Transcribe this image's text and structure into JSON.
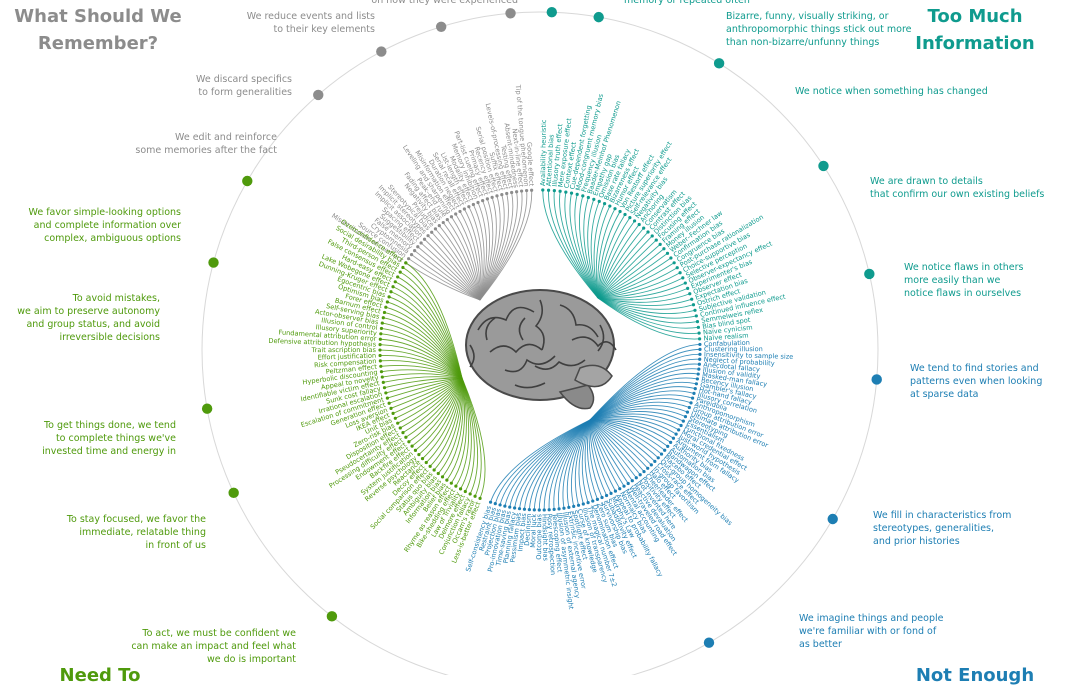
{
  "corners": {
    "top_left": "What Should We\nRemember?",
    "top_right": "Too Much\nInformation",
    "bottom_left": "Need To",
    "bottom_right": "Not Enough"
  },
  "colors": {
    "remember": "#8c8c8c",
    "too_much": "#0f9b8e",
    "not_enough": "#1d7eb3",
    "need_to": "#4f9a0c"
  },
  "brain_icon": "brain-icon",
  "quadrants": [
    {
      "id": "remember",
      "categories": [
        {
          "label": "on how they were experienced"
        },
        {
          "label": "We reduce events and lists\nto their key elements"
        },
        {
          "label": "We discard specifics\nto form generalities"
        },
        {
          "label": "We edit and reinforce\nsome memories after the fact"
        }
      ],
      "biases": [
        "Misattribution of memory",
        "Source confusion",
        "Cryptomnesia",
        "False memory",
        "Suggestibility",
        "Spacing effect",
        "Implicit association",
        "Implicit stereotypes",
        "Stereotypical bias",
        "Prejudice",
        "Negativity bias",
        "Fading affect bias",
        "Peak–end rule",
        "Leveling and sharpening",
        "Misinformation effect",
        "Duration neglect",
        "Serial recall effect",
        "List-length effect",
        "Modality effect",
        "Memory inhibition",
        "Part-list cueing effect",
        "Primacy effect",
        "Recency effect",
        "Serial position effect",
        "Suffix effect",
        "Levels-of-processing effect",
        "Testing effect",
        "Absent-mindedness",
        "Next-in-line effect",
        "Tip of the tongue phenomenon",
        "Google effect"
      ]
    },
    {
      "id": "too_much",
      "categories": [
        {
          "label": "memory or repeated often"
        },
        {
          "label": "Bizarre, funny, visually striking, or\nanthropomorphic things stick out more\nthan non-bizarre/unfunny things"
        },
        {
          "label": "We notice when something has changed"
        },
        {
          "label": "We are drawn to details\nthat confirm our own existing beliefs"
        },
        {
          "label": "We notice flaws in others\nmore easily than we\nnotice flaws in ourselves"
        }
      ],
      "biases": [
        "Availability heuristic",
        "Attentional bias",
        "Illusory truth effect",
        "Mere exposure effect",
        "Context effect",
        "Cue-dependent forgetting",
        "Mood-congruent memory bias",
        "Frequency illusion",
        "Baader-Meinhof Phenomenon",
        "Empathy gap",
        "Omission bias",
        "Base rate fallacy",
        "Bizarreness effect",
        "Humor effect",
        "Von Restorff effect",
        "Picture superiority effect",
        "Self-relevance effect",
        "Negativity bias",
        "Anchoring",
        "Conservatism",
        "Contrast effect",
        "Distinction bias",
        "Focusing effect",
        "Framing effect",
        "Money illusion",
        "Weber–Fechner law",
        "Confirmation bias",
        "Congruence bias",
        "Post-purchase rationalization",
        "Choice-supportive bias",
        "Selective perception",
        "Observer-expectancy effect",
        "Experimenter's bias",
        "Observer effect",
        "Expectation bias",
        "Ostrich effect",
        "Subjective validation",
        "Continued influence effect",
        "Semmelweis reflex",
        "Bias blind spot",
        "Naïve cynicism",
        "Naïve realism"
      ]
    },
    {
      "id": "not_enough",
      "categories": [
        {
          "label": "We tend to find stories and\npatterns even when looking\nat sparse data"
        },
        {
          "label": "We fill in characteristics from\nstereotypes, generalities,\nand prior histories"
        },
        {
          "label": "We imagine things and people\nwe're familiar with or fond of\nas better"
        }
      ],
      "biases": [
        "Confabulation",
        "Clustering illusion",
        "Insensitivity to sample size",
        "Neglect of probability",
        "Anecdotal fallacy",
        "Illusion of validity",
        "Masked-man fallacy",
        "Recency illusion",
        "Gambler's fallacy",
        "Hot-hand fallacy",
        "Illusory correlation",
        "Pareidolia",
        "Anthropomorphism",
        "Group attribution error",
        "Ultimate attribution error",
        "Stereotyping",
        "Essentialism",
        "Functional fixedness",
        "Moral credential effect",
        "Just-world hypothesis",
        "Argument from fallacy",
        "Authority bias",
        "Automation bias",
        "Bandwagon effect",
        "Placebo effect",
        "Out-group homogeneity bias",
        "Cross-race effect",
        "In-group favoritism",
        "Halo effect",
        "Cheerleader effect",
        "Positivity effect",
        "Not invented here",
        "Reactive devaluation",
        "Well-traveled road effect",
        "Mental accounting",
        "Normalcy bias",
        "Appeal to probability fallacy",
        "Murphy's Law",
        "Subadditivity effect",
        "Survivorship bias",
        "Zero sum bias",
        "Denomination effect",
        "The magical number 7±2",
        "Illusion of transparency",
        "Curse of knowledge",
        "Spotlight effect",
        "Extrinsic incentive error",
        "Illusion of external agency",
        "Illusion of asymmetric insight",
        "Telescoping effect",
        "Rosy retrospection",
        "Hindsight bias",
        "Outcome bias",
        "Moral luck",
        "Declinism",
        "Impact bias",
        "Pessimism bias",
        "Planning fallacy",
        "Time-saving bias",
        "Pro-innovation bias",
        "Projection bias",
        "Restraint bias",
        "Self-consistency bias"
      ]
    },
    {
      "id": "need_to",
      "categories": [
        {
          "label": "We favor simple-looking options\nand complete information over\ncomplex, ambiguous options"
        },
        {
          "label": "To avoid mistakes,\nwe aim to preserve autonomy\nand group status, and avoid\nirreversible decisions"
        },
        {
          "label": "To get things done, we tend\nto complete things we've\ninvested time and energy in"
        },
        {
          "label": "To stay focused, we favor the\nimmediate, relatable thing\nin front of us"
        },
        {
          "label": "To act, we must be confident we\ncan make an impact and feel what\nwe do is important"
        }
      ],
      "biases": [
        "Less-is-better effect",
        "Occam's razor",
        "Conjunction fallacy",
        "Delmore effect",
        "Law of Triviality",
        "Bike-shedding effect",
        "Rhyme as reason effect",
        "Belief bias",
        "Information bias",
        "Ambiguity bias",
        "Status quo bias",
        "Social comparison effect",
        "Decoy effect",
        "Reactance",
        "Reverse psychology",
        "System justification",
        "Backfire effect",
        "Endowment effect",
        "Processing difficulty effect",
        "Pseudocertainty effect",
        "Disposition effect",
        "Zero-risk bias",
        "Unit bias",
        "IKEA effect",
        "Loss aversion",
        "Generation effect",
        "Escalation of commitment",
        "Irrational escalation",
        "Sunk cost fallacy",
        "Identifiable victim effect",
        "Appeal to novelty",
        "Hyperbolic discounting",
        "Peltzman effect",
        "Risk compensation",
        "Effort justification",
        "Trait ascription bias",
        "Defensive attribution hypothesis",
        "Fundamental attribution error",
        "Illusory superiority",
        "Illusion of control",
        "Actor-observer bias",
        "Self-serving bias",
        "Barnum effect",
        "Forer effect",
        "Optimism bias",
        "Egocentric bias",
        "Dunning-Kruger effect",
        "Lake Wobegone effect",
        "Hard-easy effect",
        "False consensus effect",
        "Third-person effect",
        "Social desirability bias",
        "Overconfidence effect"
      ]
    }
  ]
}
